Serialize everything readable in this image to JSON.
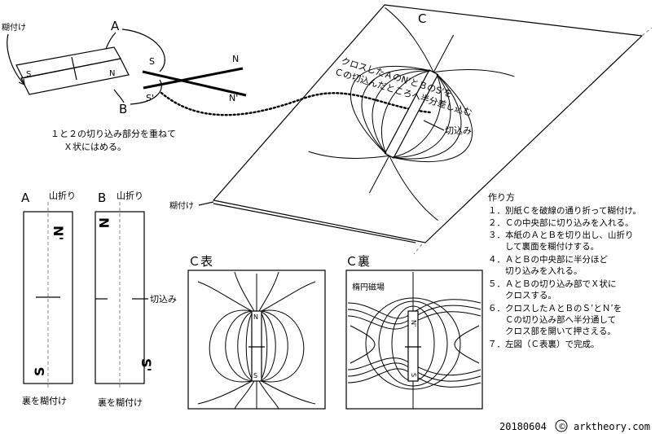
{
  "labels": {
    "a": "A",
    "b": "B",
    "c": "C",
    "glue": "糊付け",
    "n": "N",
    "s": "S",
    "n_prime": "N'",
    "s_prime": "S'",
    "overlap_note_1": "１と２の切り込み部分を重ねて",
    "overlap_note_2": "Ｘ状にはめる。",
    "cross_note_1": "クロスしたＡのN'とＢのS'を",
    "cross_note_2": "Ｃの切込んだところへ半分差し込む",
    "cut": "切込み",
    "mountain_fold": "山折り",
    "cut_right": "切込み",
    "back_glue_a": "裏を糊付け",
    "back_glue_b": "裏を糊付け",
    "c_front": "Ｃ表",
    "c_back": "Ｃ裏",
    "ellipse_field": "楕円磁場"
  },
  "instructions": {
    "title": "作り方",
    "steps": [
      "１．別紙Ｃを破線の通り折って糊付け。",
      "２．Ｃの中央部に切り込みを入れる。",
      "３．本紙のＡとＢを切り出し、山折り",
      "　　して裏面を糊付けする。",
      "４．ＡとＢの中央部に半分ほど",
      "　　切り込みを入れる。",
      "５．ＡとＢの切り込み部でＸ状に",
      "　　クロスする。",
      "６．クロスしたＡとＢのＳ’とＮ’を",
      "　　Ｃの切り込み部へ半分通して",
      "　　クロス部を開いて押さえる。",
      "７．左図（Ｃ表裏）で完成。"
    ]
  },
  "footer": {
    "date": "20180604",
    "copyright_symbol": "©",
    "site": "arktheory.com"
  },
  "colors": {
    "line": "#000000",
    "fold_line": "#888888",
    "background": "#ffffff"
  }
}
